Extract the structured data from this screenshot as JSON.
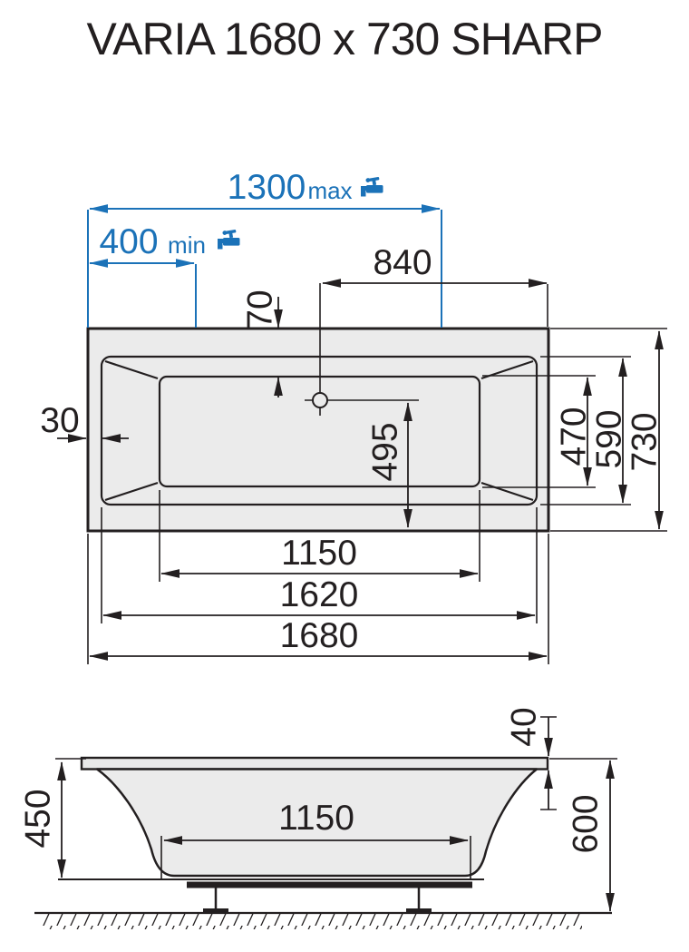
{
  "title": "VARIA 1680 x 730 SHARP",
  "colors": {
    "accent_blue": "#1B72B8",
    "line_black": "#231F20",
    "fill_gray": "#EBEBEB"
  },
  "top_view": {
    "tap_max": {
      "value": "1300",
      "qualifier": "max",
      "icon": "faucet-icon"
    },
    "tap_min": {
      "value": "400",
      "qualifier": "min",
      "icon": "faucet-icon"
    },
    "dim_drain_to_end": "840",
    "dim_top_inset": "70",
    "dim_rim_width": "30",
    "dim_basin_width": "470",
    "dim_inner_width": "590",
    "dim_overall_width": "730",
    "dim_drain_to_bottom": "495",
    "dim_basin_length": "1150",
    "dim_inner_length": "1620",
    "dim_overall_length": "1680"
  },
  "side_view": {
    "dim_rim_thickness": "40",
    "dim_inner_depth": "450",
    "dim_floor_length": "1150",
    "dim_overall_height": "600"
  }
}
